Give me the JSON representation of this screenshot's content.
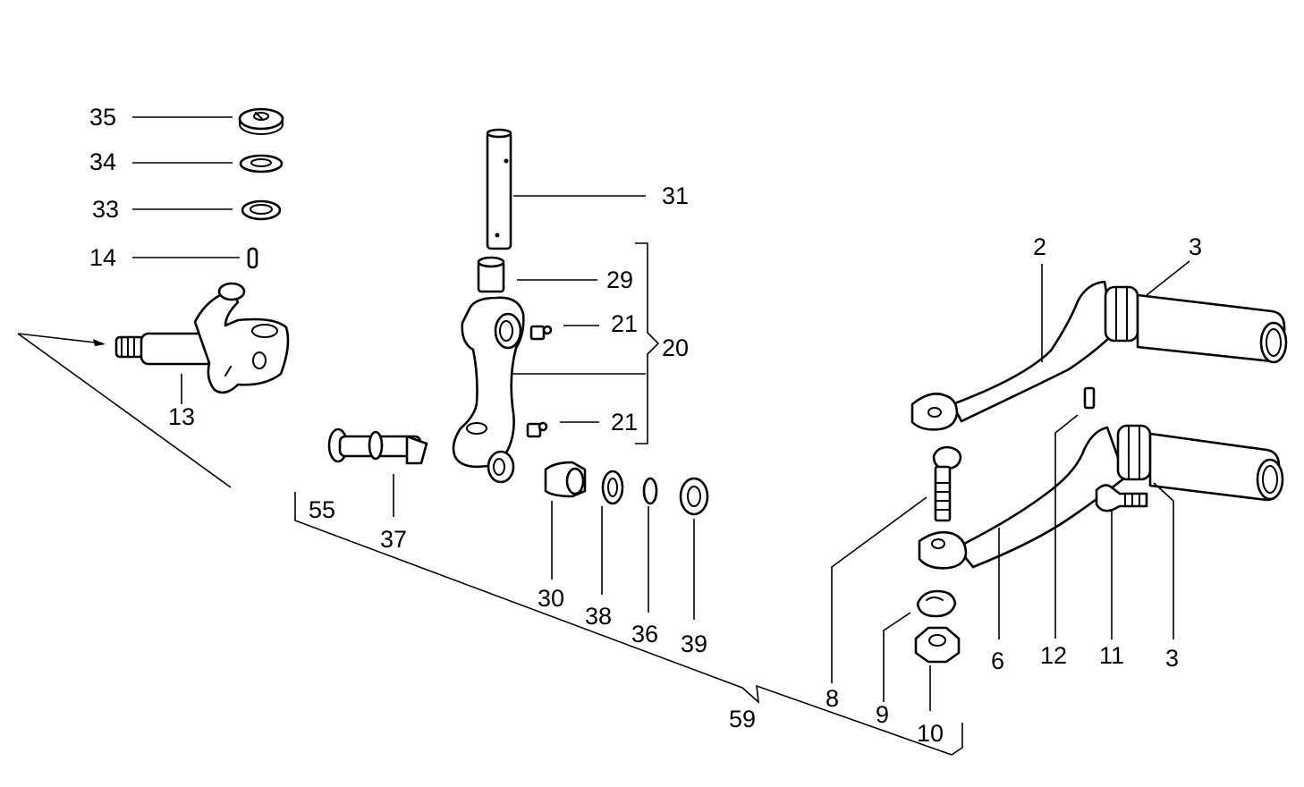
{
  "labels": {
    "l35": "35",
    "l34": "34",
    "l33": "33",
    "l14": "14",
    "l13": "13",
    "l31": "31",
    "l29": "29",
    "l21a": "21",
    "l20": "20",
    "l21b": "21",
    "l55": "55",
    "l37": "37",
    "l30": "30",
    "l38": "38",
    "l36": "36",
    "l39": "39",
    "l59": "59",
    "l2": "2",
    "l3a": "3",
    "l12": "12",
    "l11": "11",
    "l3b": "3",
    "l6": "6",
    "l8": "8",
    "l9": "9",
    "l10": "10"
  }
}
